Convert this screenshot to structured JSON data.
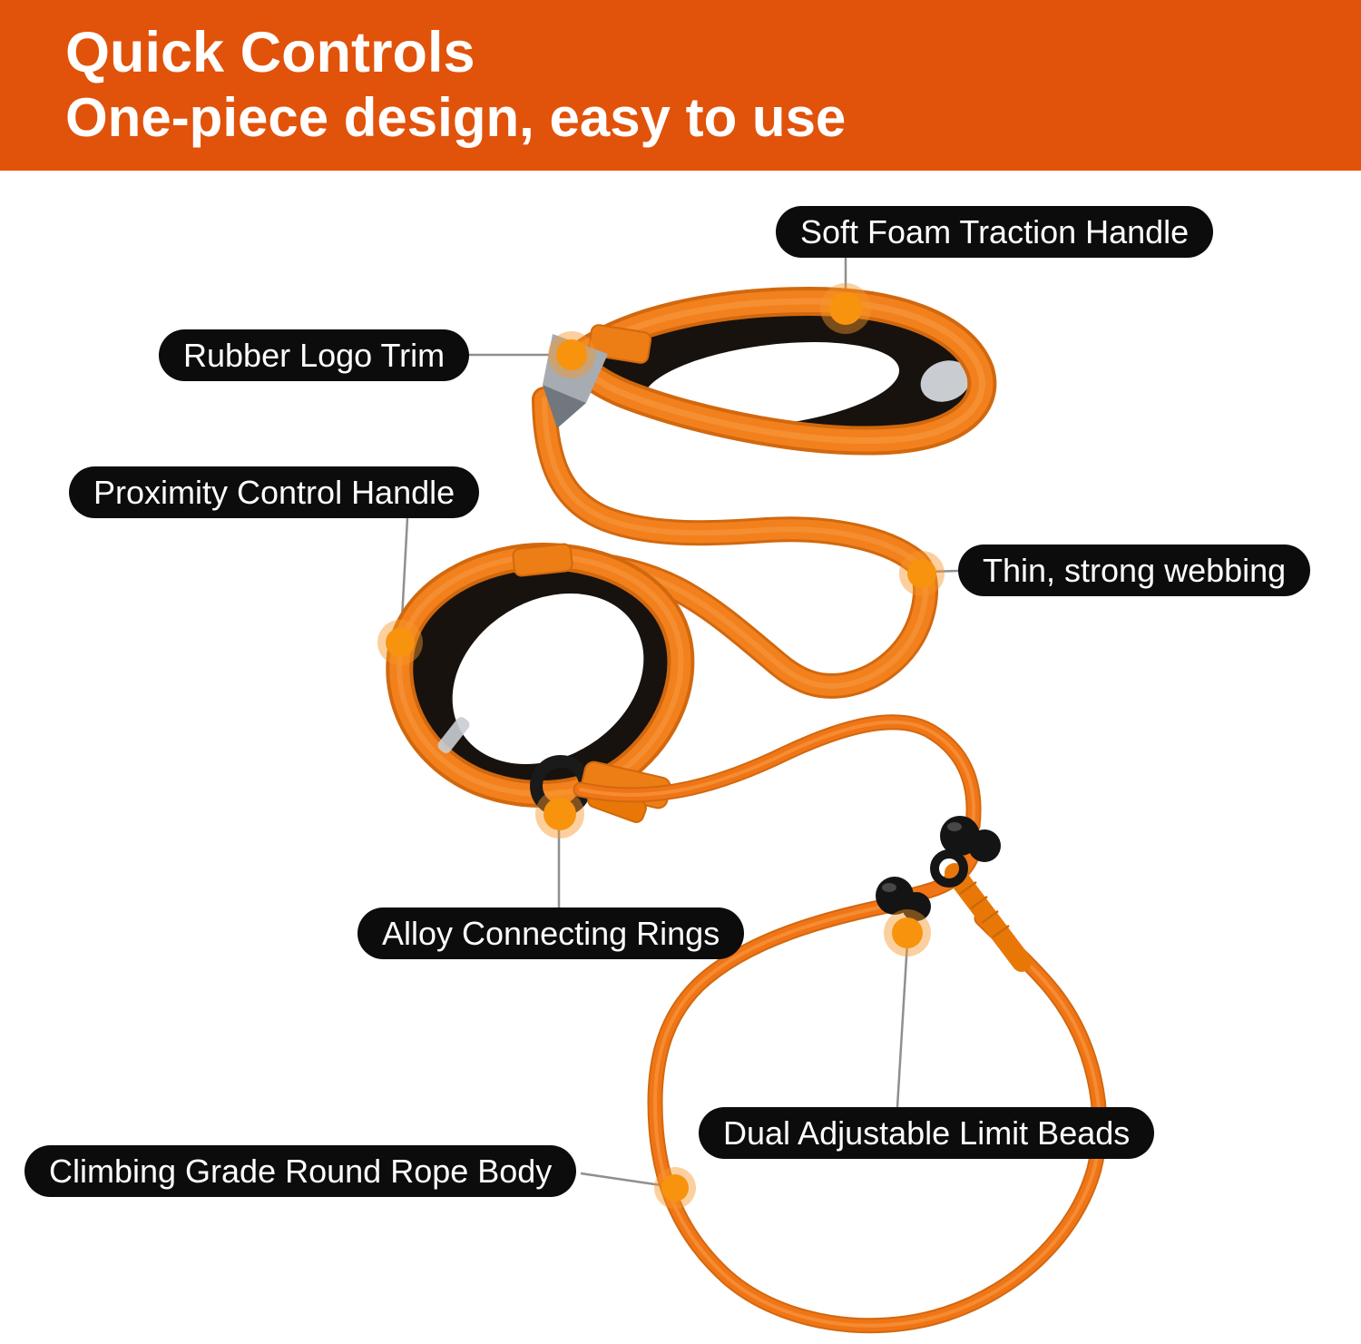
{
  "header": {
    "line1": "Quick Controls",
    "line2": "One-piece design, easy to use",
    "bg_color": "#E1520A",
    "text_color": "#FFFFFF"
  },
  "callouts": [
    {
      "id": "soft-foam-traction-handle",
      "text": "Soft Foam Traction Handle"
    },
    {
      "id": "rubber-logo-trim",
      "text": "Rubber Logo Trim"
    },
    {
      "id": "proximity-control-handle",
      "text": "Proximity Control Handle"
    },
    {
      "id": "thin-strong-webbing",
      "text": "Thin, strong webbing"
    },
    {
      "id": "alloy-connecting-rings",
      "text": "Alloy Connecting Rings"
    },
    {
      "id": "dual-adjustable-limit-beads",
      "text": "Dual Adjustable Limit Beads"
    },
    {
      "id": "climbing-grade-round-rope-body",
      "text": "Climbing Grade Round Rope Body"
    }
  ],
  "label_style": {
    "bg": "#0C0C0C",
    "text": "#FFFFFF"
  },
  "colors": {
    "webbing_orange": "#F2811D",
    "webbing_edge": "#D2680E",
    "rope_orange": "#F07517",
    "foam_padding_black": "#17120E",
    "hardware_black": "#1A1A1A",
    "marker_dot_orange": "#F8930E",
    "connector_line_gray": "#8F8F8F",
    "trim_gray": "#A6ACB2"
  }
}
